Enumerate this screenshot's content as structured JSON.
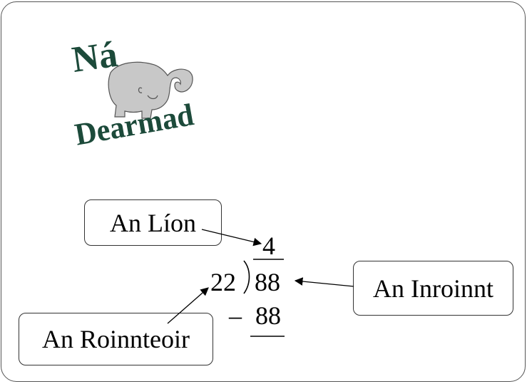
{
  "logo": {
    "line1": "Ná",
    "line2": "Dearmad",
    "colors": {
      "text": "#1c4a3a",
      "elephant": "#c8c8c8"
    },
    "icon": "elephant-icon"
  },
  "labels": {
    "quotient": "An Líon",
    "dividend": "An Inroinnt",
    "divisor": "An Roinnteoir"
  },
  "division": {
    "quotient": "4",
    "divisor": "22",
    "dividend": "88",
    "minus": "–",
    "subtrahend": "88"
  }
}
